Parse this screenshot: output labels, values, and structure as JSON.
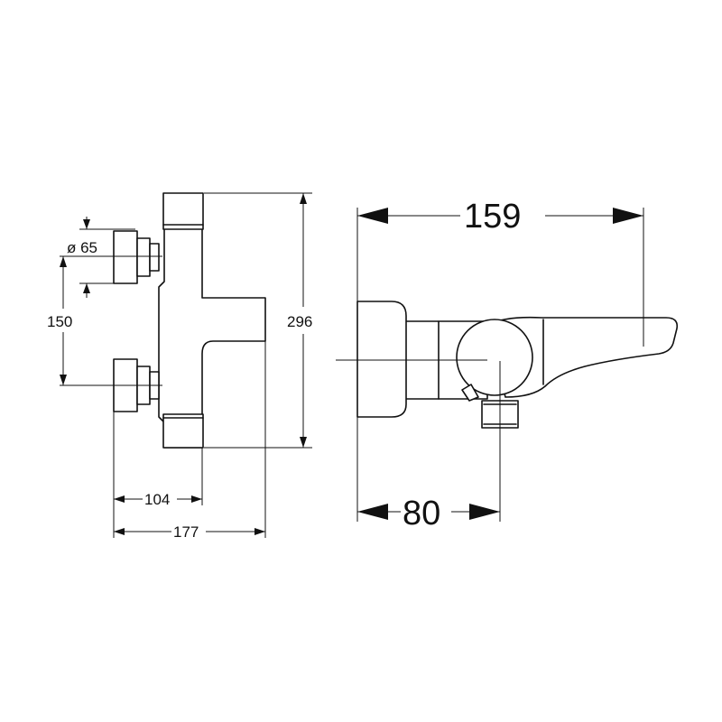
{
  "front_view": {
    "dim_diameter": "ø 65",
    "dim_centres": "150",
    "dim_height": "296",
    "dim_inner_width": "104",
    "dim_outer_width": "177"
  },
  "side_view": {
    "dim_spout_projection": "159",
    "dim_outlet_offset": "80"
  }
}
